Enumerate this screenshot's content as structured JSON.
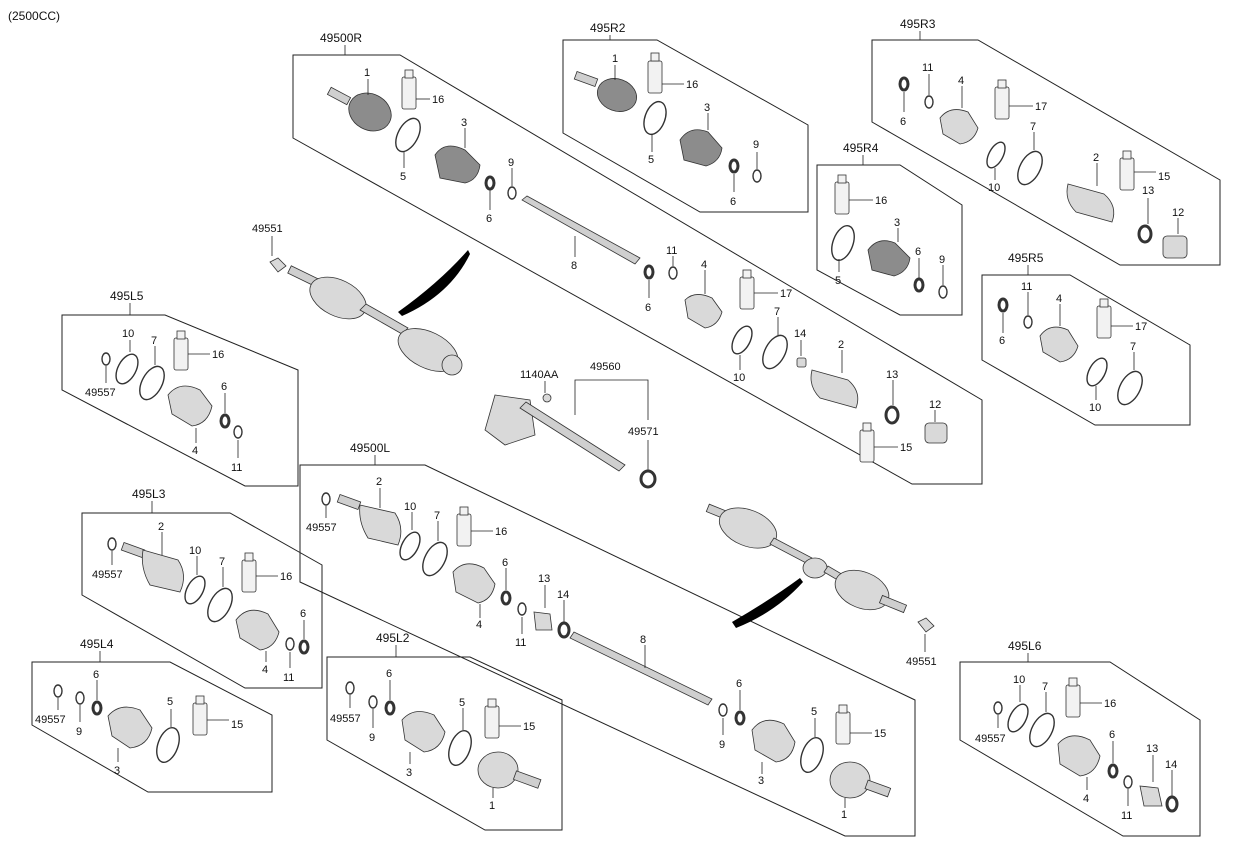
{
  "header": {
    "engine": "(2500CC)"
  },
  "groups": {
    "g49500R": "49500R",
    "g495R2": "495R2",
    "g495R3": "495R3",
    "g495R4": "495R4",
    "g495R5": "495R5",
    "g495L5": "495L5",
    "g49500L": "49500L",
    "g495L3": "495L3",
    "g495L4": "495L4",
    "g495L2": "495L2",
    "g495L6": "495L6"
  },
  "loose_parts": {
    "nut_right": "49551",
    "nut_left": "49551",
    "bolt": "1140AA",
    "bracket_shaft": "49560",
    "seal": "49571"
  },
  "part_numbers": {
    "p1": "1",
    "p2": "2",
    "p3": "3",
    "p4": "4",
    "p5": "5",
    "p6": "6",
    "p7": "7",
    "p8": "8",
    "p9": "9",
    "p10": "10",
    "p11": "11",
    "p12": "12",
    "p13": "13",
    "p14": "14",
    "p15": "15",
    "p16": "16",
    "p17": "17",
    "p49557": "49557"
  }
}
